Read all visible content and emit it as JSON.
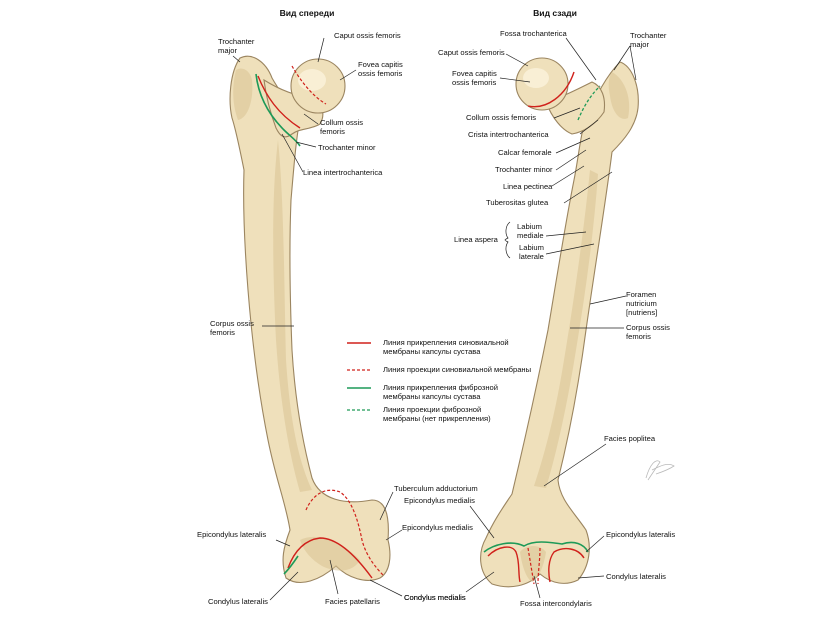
{
  "titles": {
    "anterior": "Вид спереди",
    "posterior": "Вид сзади"
  },
  "anterior_labels": {
    "trochanter_major": [
      "Trochanter",
      "major"
    ],
    "caput": "Caput ossis femoris",
    "fovea": [
      "Fovea capitis",
      "ossis femoris"
    ],
    "collum": [
      "Collum ossis",
      "femoris"
    ],
    "trochanter_minor": "Trochanter minor",
    "linea_intertrochanterica": "Linea intertrochanterica",
    "corpus": [
      "Corpus ossis",
      "femoris"
    ],
    "tuberculum_adductorium": "Tuberculum adductorium",
    "epicondylus_lateralis": "Epicondylus lateralis",
    "epicondylus_medialis": "Epicondylus medialis",
    "condylus_lateralis": "Condylus lateralis",
    "facies_patellaris": "Facies patellaris",
    "condylus_medialis": "Condylus medialis"
  },
  "posterior_labels": {
    "fossa_trochanterica": "Fossa trochanterica",
    "trochanter_major": [
      "Trochanter",
      "major"
    ],
    "caput": "Caput ossis femoris",
    "fovea": [
      "Fovea capitis",
      "ossis femoris"
    ],
    "collum": "Collum ossis femoris",
    "crista": "Crista intertrochanterica",
    "calcar": "Calcar femorale",
    "trochanter_minor": "Trochanter minor",
    "linea_pectinea": "Linea pectinea",
    "tuberositas": "Tuberositas glutea",
    "linea_aspera": "Linea aspera",
    "labium_mediale": [
      "Labium",
      "mediale"
    ],
    "labium_laterale": [
      "Labium",
      "laterale"
    ],
    "foramen": [
      "Foramen",
      "nutricium",
      "[nutriens]"
    ],
    "corpus": [
      "Corpus ossis",
      "femoris"
    ],
    "facies_poplitea": "Facies poplitea",
    "epicondylus_medialis": "Epicondylus medialis",
    "epicondylus_lateralis": "Epicondylus lateralis",
    "condylus_medialis": "Condylus medialis",
    "condylus_lateralis": "Condylus lateralis",
    "fossa_intercondylaris": "Fossa intercondylaris"
  },
  "legend": {
    "items": [
      {
        "style": "red-solid",
        "lines": [
          "Линия прикрепления синовиальной",
          "мембраны капсулы сустава"
        ]
      },
      {
        "style": "red-dash",
        "lines": [
          "Линия проекции синовиальной мембраны"
        ]
      },
      {
        "style": "green-solid",
        "lines": [
          "Линия прикрепления фиброзной",
          "мембраны капсулы сустава"
        ]
      },
      {
        "style": "green-dash",
        "lines": [
          "Линия проекции фиброзной",
          "мембраны (нет прикрепления)"
        ]
      }
    ]
  },
  "colors": {
    "bone": "#efe0bb",
    "synovial_line": "#d0211b",
    "fibrous_line": "#1d9a58"
  }
}
